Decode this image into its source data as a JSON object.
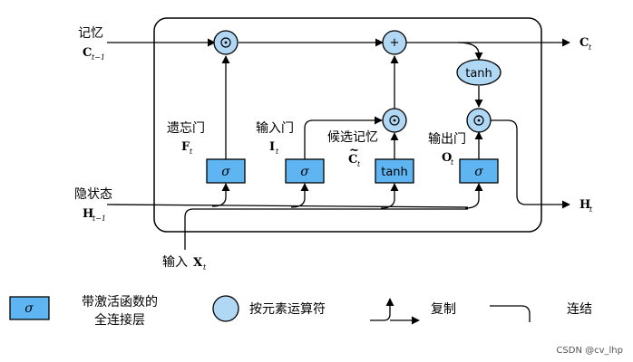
{
  "inputs": {
    "memory": {
      "label": "记忆",
      "symbol": "C",
      "subscript": "t−1"
    },
    "hidden": {
      "label": "隐状态",
      "symbol": "H",
      "subscript": "t−1"
    },
    "x": {
      "label": "输入",
      "symbol": "X",
      "subscript": "t"
    }
  },
  "outputs": {
    "memory": {
      "symbol": "C",
      "subscript": "t"
    },
    "hidden": {
      "symbol": "H",
      "subscript": "t"
    }
  },
  "gates": {
    "forget": {
      "label": "遗忘门",
      "symbol": "F",
      "subscript": "t",
      "op": "σ"
    },
    "input": {
      "label": "输入门",
      "symbol": "I",
      "subscript": "t",
      "op": "σ"
    },
    "candidate": {
      "label": "候选记忆",
      "symbol": "C",
      "tilde": "~",
      "subscript": "t",
      "op": "tanh"
    },
    "output": {
      "label": "输出门",
      "symbol": "O",
      "subscript": "t",
      "op": "σ"
    }
  },
  "operators": {
    "mult": "⊙",
    "add": "+",
    "tanh": "tanh"
  },
  "legend": {
    "layer_symbol": "σ",
    "layer_line1": "带激活函数的",
    "layer_line2": "全连接层",
    "elementwise": "按元素运算符",
    "copy": "复制",
    "concat": "连结"
  },
  "watermark": "CSDN @cv_lhp",
  "colors": {
    "node_fill": "#5eb5f2",
    "node_light": "#b0d8f5",
    "stroke": "#000000"
  }
}
